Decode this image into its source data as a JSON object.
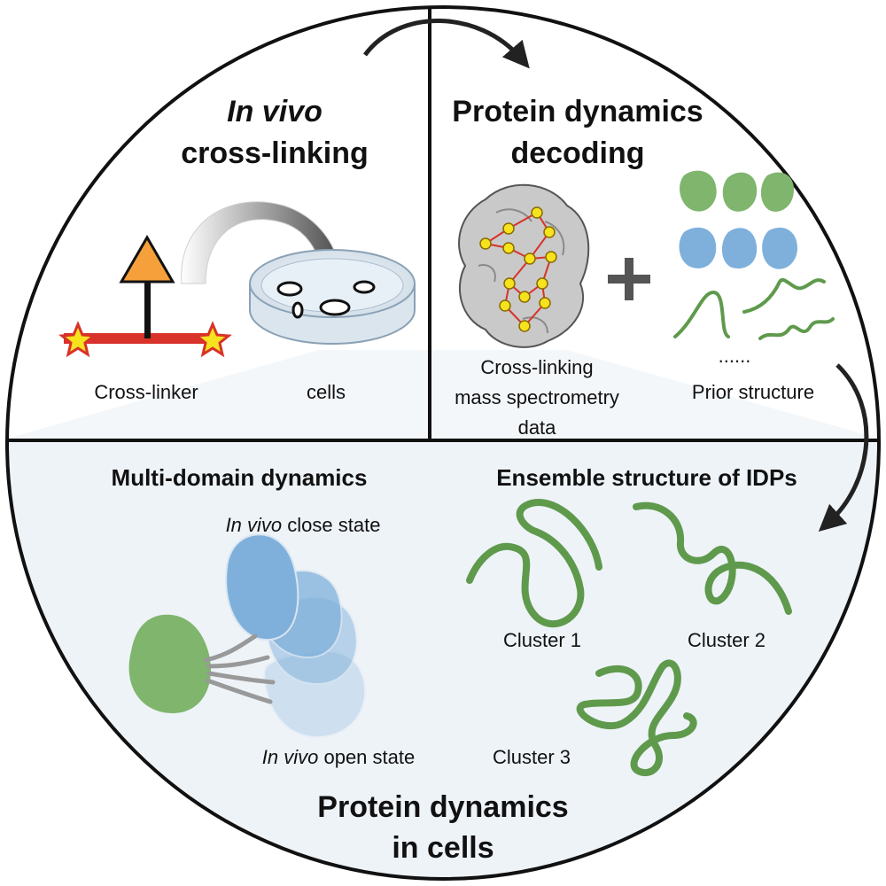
{
  "quadrant_top_left": {
    "title_line1": "In vivo",
    "title_line2": "cross-linking",
    "label_crosslinker": "Cross-linker",
    "label_cells": "cells"
  },
  "quadrant_top_right": {
    "title_line1": "Protein dynamics",
    "title_line2": "decoding",
    "label_xlms_line1": "Cross-linking",
    "label_xlms_line2": "mass spectrometry",
    "label_xlms_line3": "data",
    "label_ellipsis": "......",
    "label_prior": "Prior structure"
  },
  "bottom_half": {
    "left_heading": "Multi-domain dynamics",
    "close_state_italic": "In vivo",
    "close_state_rest": " close state",
    "open_state_italic": "In vivo",
    "open_state_rest": " open state",
    "right_heading": "Ensemble structure of IDPs",
    "cluster1": "Cluster 1",
    "cluster2": "Cluster 2",
    "cluster3": "Cluster 3",
    "title_line1": "Protein dynamics",
    "title_line2": "in cells"
  },
  "colors": {
    "green": "#7fb56c",
    "blue": "#7fb0db",
    "idp_green": "#5f9a4c",
    "bottom_bg": "#eef3f8",
    "orange": "#f5a03a",
    "red_bar": "#d8322a",
    "star_yellow": "#f6e31d"
  }
}
